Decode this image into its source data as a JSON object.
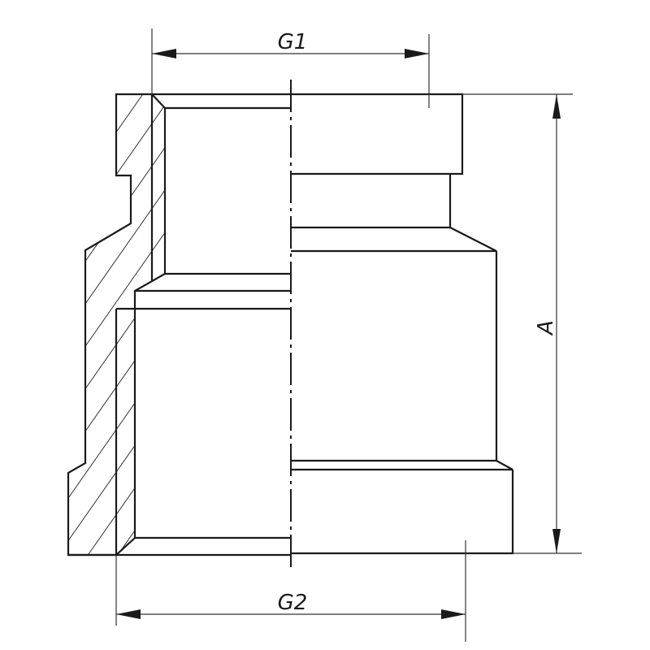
{
  "drawing": {
    "dimensions": {
      "top_width": "G1",
      "bottom_width": "G2",
      "height": "A"
    },
    "colors": {
      "line": "#1a1a1a",
      "dimension_line": "#333333",
      "background": "#ffffff"
    }
  }
}
